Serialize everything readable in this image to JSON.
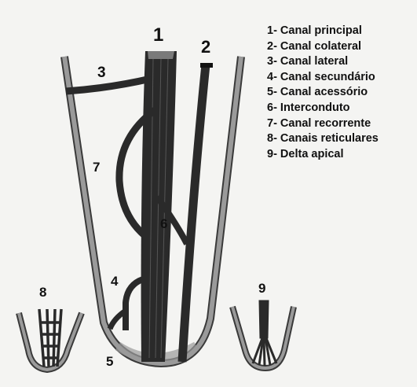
{
  "labels": {
    "n1": "1",
    "n2": "2",
    "n3": "3",
    "n4": "4",
    "n5": "5",
    "n6": "6",
    "n7": "7",
    "n8": "8",
    "n9": "9"
  },
  "legend": [
    "1- Canal principal",
    "2- Canal colateral",
    "3- Canal lateral",
    "4- Canal secundário",
    "5- Canal acessório",
    "6- Interconduto",
    "7- Canal recorrente",
    "8- Canais reticulares",
    "9- Delta apical"
  ],
  "colors": {
    "background": "#f4f4f2",
    "root_outline": "#8f8f8f",
    "canal": "#2a2a2a",
    "text": "#111111"
  }
}
